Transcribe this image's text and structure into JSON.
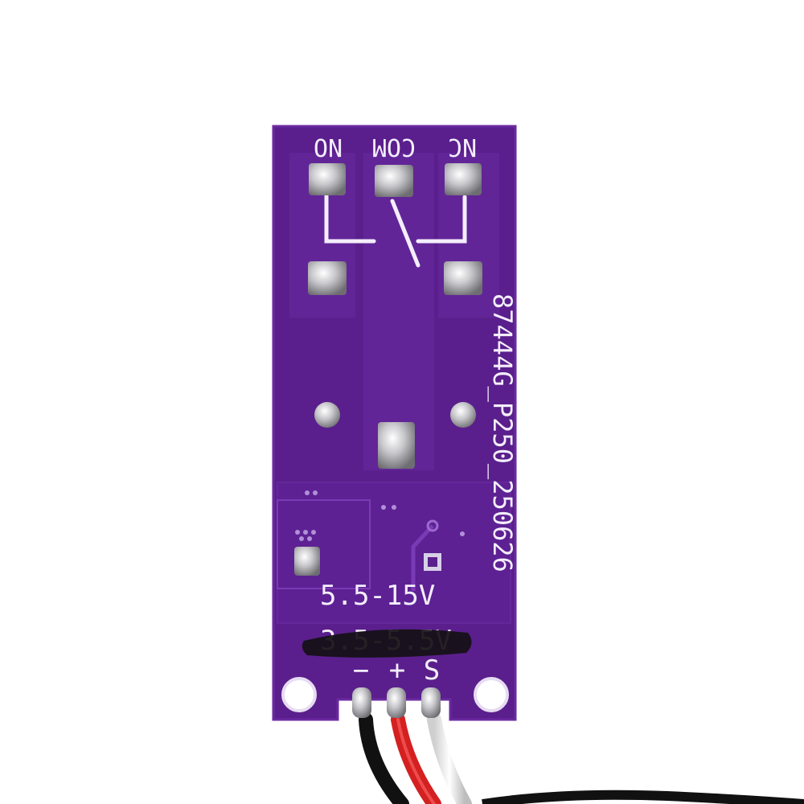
{
  "board": {
    "colors": {
      "pcb": "#5a1f8c",
      "pcb_dark": "#4a1575",
      "pcb_edge": "#6b2aa0",
      "silkscreen": "#f4eefc",
      "solder": "#c8c8cc",
      "marker": "#141014"
    },
    "relay_labels": {
      "no": "NO",
      "com": "COM",
      "nc": "NC"
    },
    "part_number": "87444G_P250_250626",
    "voltage_label": "5.5-15V",
    "voltage_label_crossed": "3.5-5.5V",
    "pin_labels": {
      "minus": "−",
      "plus": "+",
      "signal": "S"
    }
  },
  "wires": {
    "colors": [
      "#111111",
      "#d42020",
      "#f2f2f2"
    ]
  }
}
